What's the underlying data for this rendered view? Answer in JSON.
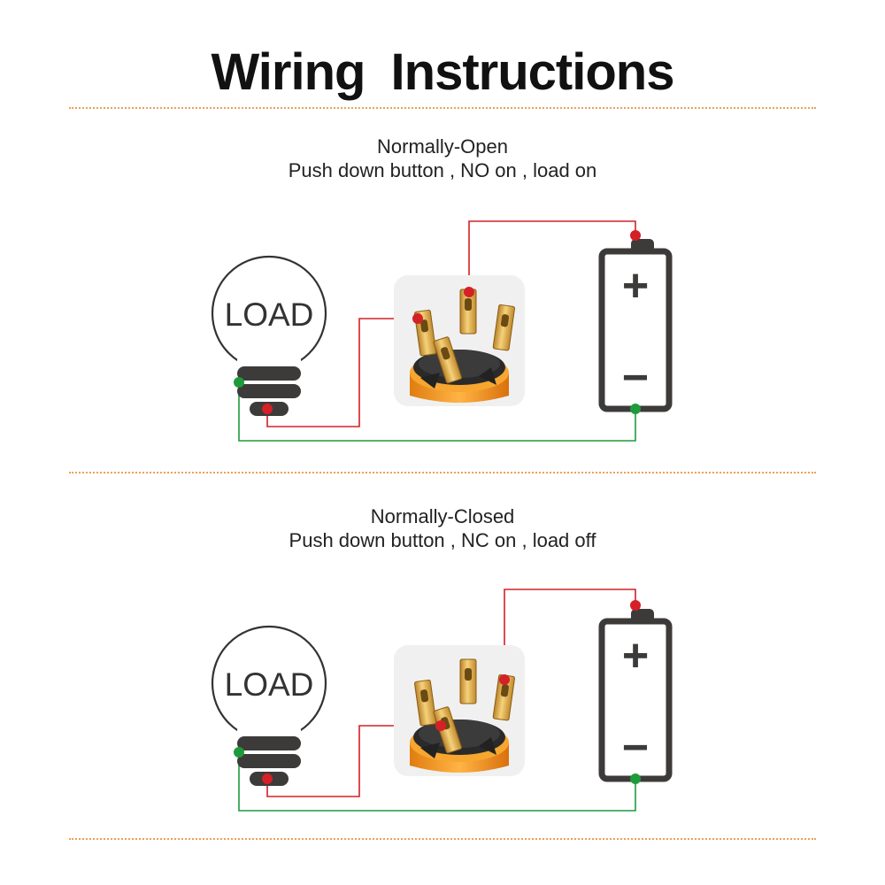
{
  "title": "Wiring   Instructions",
  "sections": [
    {
      "heading": "Normally-Open",
      "description": "Push down button , NO on , load on",
      "load_label": "LOAD",
      "battery_plus": "+",
      "battery_minus": "−"
    },
    {
      "heading": "Normally-Closed",
      "description": "Push down button , NC on , load off",
      "load_label": "LOAD",
      "battery_plus": "+",
      "battery_minus": "−"
    }
  ],
  "colors": {
    "positive_wire": "#d42026",
    "negative_wire": "#1f9a3b",
    "divider": "#e8a15a",
    "switch_body": "#f39a1f",
    "terminal": "#e3b04a",
    "outline": "#333333"
  }
}
